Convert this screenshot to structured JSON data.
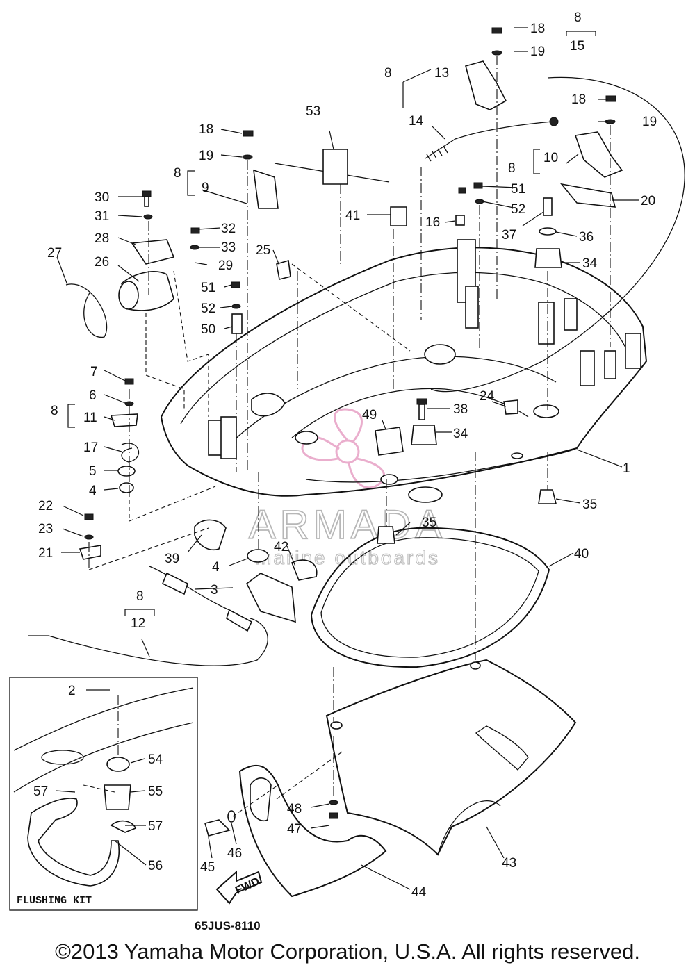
{
  "diagram_code": "65JUS-8110",
  "copyright": "©2013 Yamaha Motor Corporation, U.S.A. All rights reserved.",
  "flushing_kit_label": "FLUSHING KIT",
  "fwd_arrow_label": "FWD",
  "watermark": {
    "brand": "ARMADA",
    "tagline": "marine outboards",
    "logo_color": "#e8a6c8"
  },
  "part_labels": {
    "p1": "1",
    "p2": "2",
    "p3": "3",
    "p4a": "4",
    "p4b": "4",
    "p5": "5",
    "p6": "6",
    "p7": "7",
    "p8a": "8",
    "p8b": "8",
    "p8c": "8",
    "p8d": "8",
    "p8e": "8",
    "p8f": "8",
    "p9": "9",
    "p10": "10",
    "p11": "11",
    "p12": "12",
    "p13": "13",
    "p14": "14",
    "p15": "15",
    "p16": "16",
    "p17": "17",
    "p18a": "18",
    "p18b": "18",
    "p18c": "18",
    "p19a": "19",
    "p19b": "19",
    "p19c": "19",
    "p20": "20",
    "p21": "21",
    "p22": "22",
    "p23": "23",
    "p24": "24",
    "p25": "25",
    "p26": "26",
    "p27": "27",
    "p28": "28",
    "p29": "29",
    "p30": "30",
    "p31": "31",
    "p32": "32",
    "p33": "33",
    "p34a": "34",
    "p34b": "34",
    "p35a": "35",
    "p35b": "35",
    "p36": "36",
    "p37": "37",
    "p38": "38",
    "p39": "39",
    "p40": "40",
    "p41": "41",
    "p42": "42",
    "p43": "43",
    "p44": "44",
    "p45": "45",
    "p46": "46",
    "p47": "47",
    "p48": "48",
    "p49": "49",
    "p50": "50",
    "p51a": "51",
    "p51b": "51",
    "p52a": "52",
    "p52b": "52",
    "p53": "53",
    "p54": "54",
    "p55": "55",
    "p56": "56",
    "p57a": "57",
    "p57b": "57"
  }
}
